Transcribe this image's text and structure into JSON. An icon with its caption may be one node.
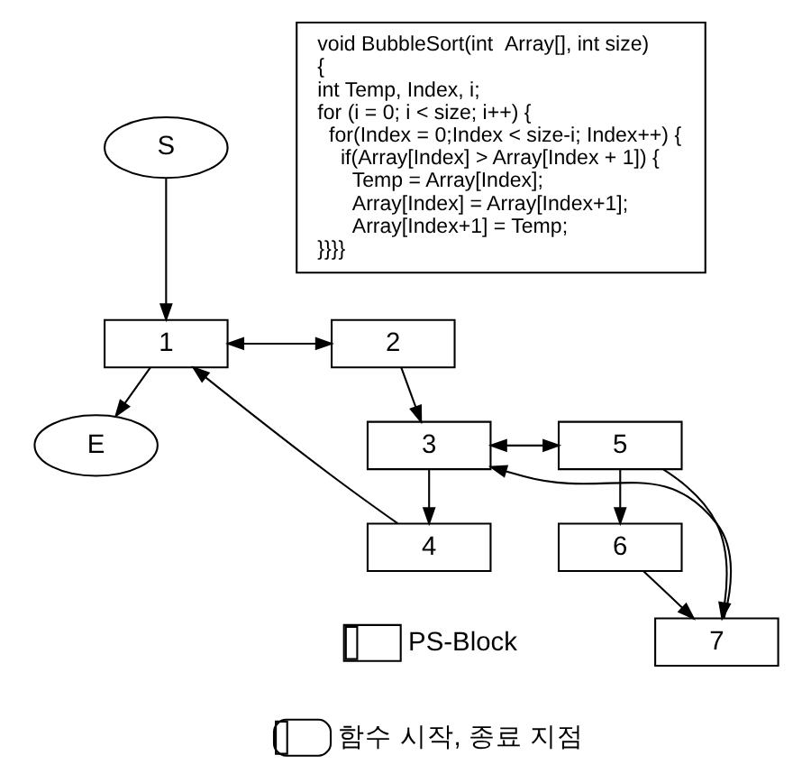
{
  "diagram": {
    "nodes": [
      {
        "text": [
          "void BubbleSort(int  Array[], int size)",
          "{",
          " int Temp, Index, i;",
          " for (i = 0; i < size; i++) {",
          "   for(Index = 0;Index < size-i; Index++) {",
          "     if(Array[Index] > Array[Index + 1]) {",
          "       Temp = Array[Index];",
          "       Array[Index] = Array[Index+1];",
          "       Array[Index+1] = Temp;",
          "}}}}"
        ]
      },
      {
        "text": [
          "S"
        ]
      },
      {
        "text": [
          "1"
        ]
      },
      {
        "text": [
          "2"
        ]
      },
      {
        "text": [
          "E"
        ]
      },
      {
        "text": [
          "3"
        ]
      },
      {
        "text": [
          "5"
        ]
      },
      {
        "text": [
          "4"
        ]
      },
      {
        "text": [
          "6"
        ]
      },
      {
        "text": [
          "7"
        ]
      }
    ],
    "edges": [
      {
        "from": 1,
        "to": 2,
        "arrow": "to"
      },
      {
        "from": 2,
        "to": 4,
        "arrow": "to"
      },
      {
        "from": 2,
        "to": 3,
        "arrow": "both"
      },
      {
        "from": 3,
        "to": 5,
        "arrow": "to"
      },
      {
        "from": 5,
        "to": 7,
        "arrow": "to"
      },
      {
        "from": 7,
        "to": 2,
        "arrow": "to"
      },
      {
        "from": 5,
        "to": 6,
        "arrow": "both"
      },
      {
        "from": 6,
        "to": 8,
        "arrow": "to"
      },
      {
        "from": 6,
        "to": 9,
        "arrow": "to"
      },
      {
        "from": 8,
        "to": 9,
        "arrow": "to"
      },
      {
        "from": 9,
        "to": 5,
        "arrow": "to"
      }
    ],
    "legend": [
      {
        "text": "PS-Block"
      },
      {
        "text": "함수 시작, 종료 지점"
      }
    ]
  }
}
